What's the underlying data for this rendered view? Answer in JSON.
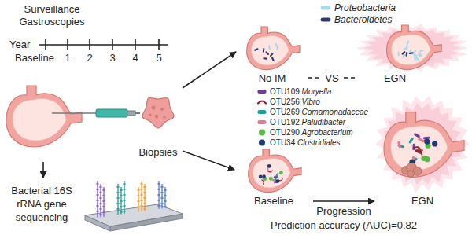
{
  "diagram": {
    "nodes": [
      {
        "text": [
          "Biopsies"
        ]
      },
      {
        "text": [
          "Bacterial 16S rRNA gene sequencing"
        ]
      },
      {
        "text": [
          "No IM"
        ]
      },
      {
        "text": [
          "EGN"
        ]
      },
      {
        "text": [
          "Baseline"
        ]
      },
      {
        "text": [
          "EGN"
        ]
      }
    ],
    "edges": [
      {
        "from": 0,
        "to": 1,
        "arrow": "to"
      },
      {
        "from": 0,
        "to": 2,
        "arrow": "to"
      },
      {
        "from": 0,
        "to": 4,
        "arrow": "to"
      },
      {
        "from": 2,
        "to": 3,
        "arrow": "none",
        "label": "VS"
      },
      {
        "from": 4,
        "to": 5,
        "arrow": "to",
        "label": "Progression"
      }
    ],
    "labels": [
      "Surveillance Gastroscopies",
      "Year",
      "Baseline",
      "1",
      "2",
      "3",
      "4",
      "5",
      "Prediction accuracy (AUC)=0.82"
    ],
    "legend": [
      {
        "text": "Proteobacteria",
        "color": "#a9d8f0"
      },
      {
        "text": "Bacteroidetes",
        "color": "#2b3a6b"
      },
      {
        "text": "OTU109 Moryella",
        "color": "#6b3fa0"
      },
      {
        "text": "OTU256 Vibro",
        "color": "#9b1c2a"
      },
      {
        "text": "OTU269 Comamonadaceae",
        "color": "#1f9e9a"
      },
      {
        "text": "OTU192 Paludibacter",
        "color": "#e07a95"
      },
      {
        "text": "OTU290 Agrobacterium",
        "color": "#58b947"
      },
      {
        "text": "OTU34 Clostridiales",
        "color": "#1f3b73"
      }
    ]
  }
}
